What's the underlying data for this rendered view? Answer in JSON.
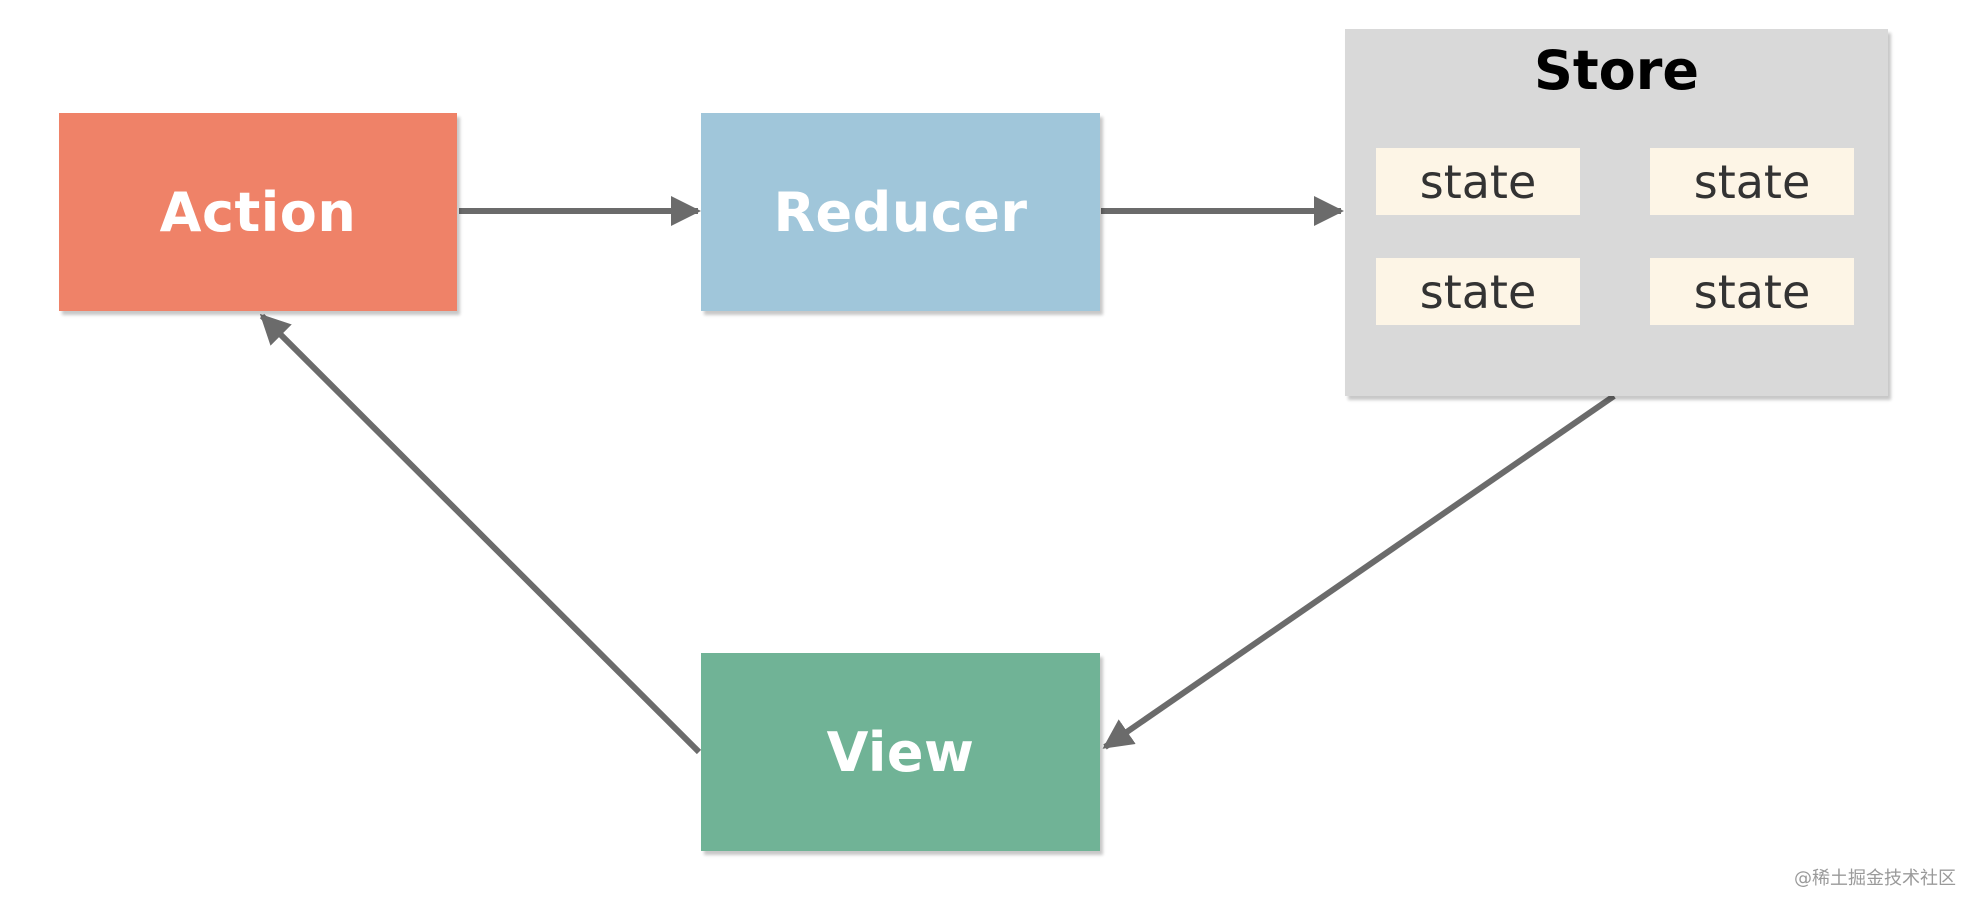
{
  "nodes": {
    "action": "Action",
    "reducer": "Reducer",
    "view": "View",
    "store": "Store"
  },
  "store_states": [
    "state",
    "state",
    "state",
    "state"
  ],
  "colors": {
    "action": "#ef8268",
    "reducer": "#a0c6da",
    "view": "#70b396",
    "store": "#d9d9d9",
    "state": "#fdf5e6",
    "arrow": "#6b6b6b"
  },
  "watermark": "@稀土掘金技术社区"
}
